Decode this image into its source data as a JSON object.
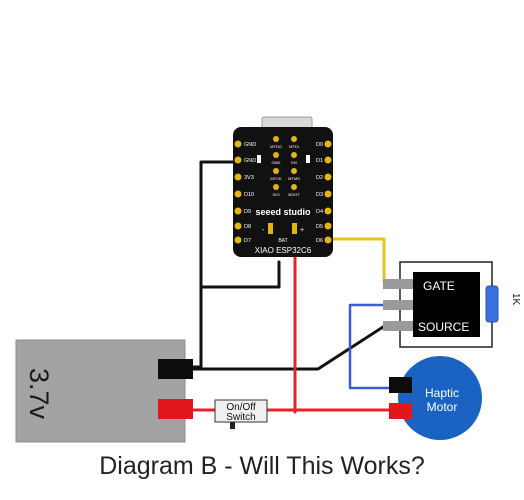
{
  "caption": "Diagram B - Will This Works?",
  "board": {
    "brand": "seeed studio",
    "model": "XIAO ESP32C6",
    "pins_left": [
      "GND",
      "GND",
      "3V3",
      "D10",
      "D9",
      "D8",
      "D7"
    ],
    "pins_right": [
      "D0",
      "D1",
      "D2",
      "D3",
      "D4",
      "D5",
      "D6"
    ],
    "top_labels": [
      "MTDO",
      "MTDI"
    ],
    "mid_labels": [
      "GND",
      "EN"
    ],
    "low_labels": [
      "MTCK",
      "MTMS"
    ],
    "bottom_labels": [
      "3V3",
      "BOOT"
    ],
    "bat_label": "BAT",
    "minus_label": "-",
    "plus_label": "+"
  },
  "battery": {
    "label": "3.7v"
  },
  "switch": {
    "line1": "On/Off",
    "line2": "Switch"
  },
  "mosfet": {
    "gate": "GATE",
    "source": "SOURCE"
  },
  "resistor": {
    "label": "1K"
  },
  "motor": {
    "line1": "Haptic",
    "line2": "Motor"
  },
  "colors": {
    "wire_black": "#111111",
    "wire_red": "#e8202a",
    "wire_yellow": "#e8c21c",
    "wire_blue": "#3d5ad8",
    "board": "#111111",
    "pad": "#e4b40f",
    "battery": "#a3a3a3",
    "motor": "#1a63c2",
    "resistor": "#3a6fe0"
  }
}
